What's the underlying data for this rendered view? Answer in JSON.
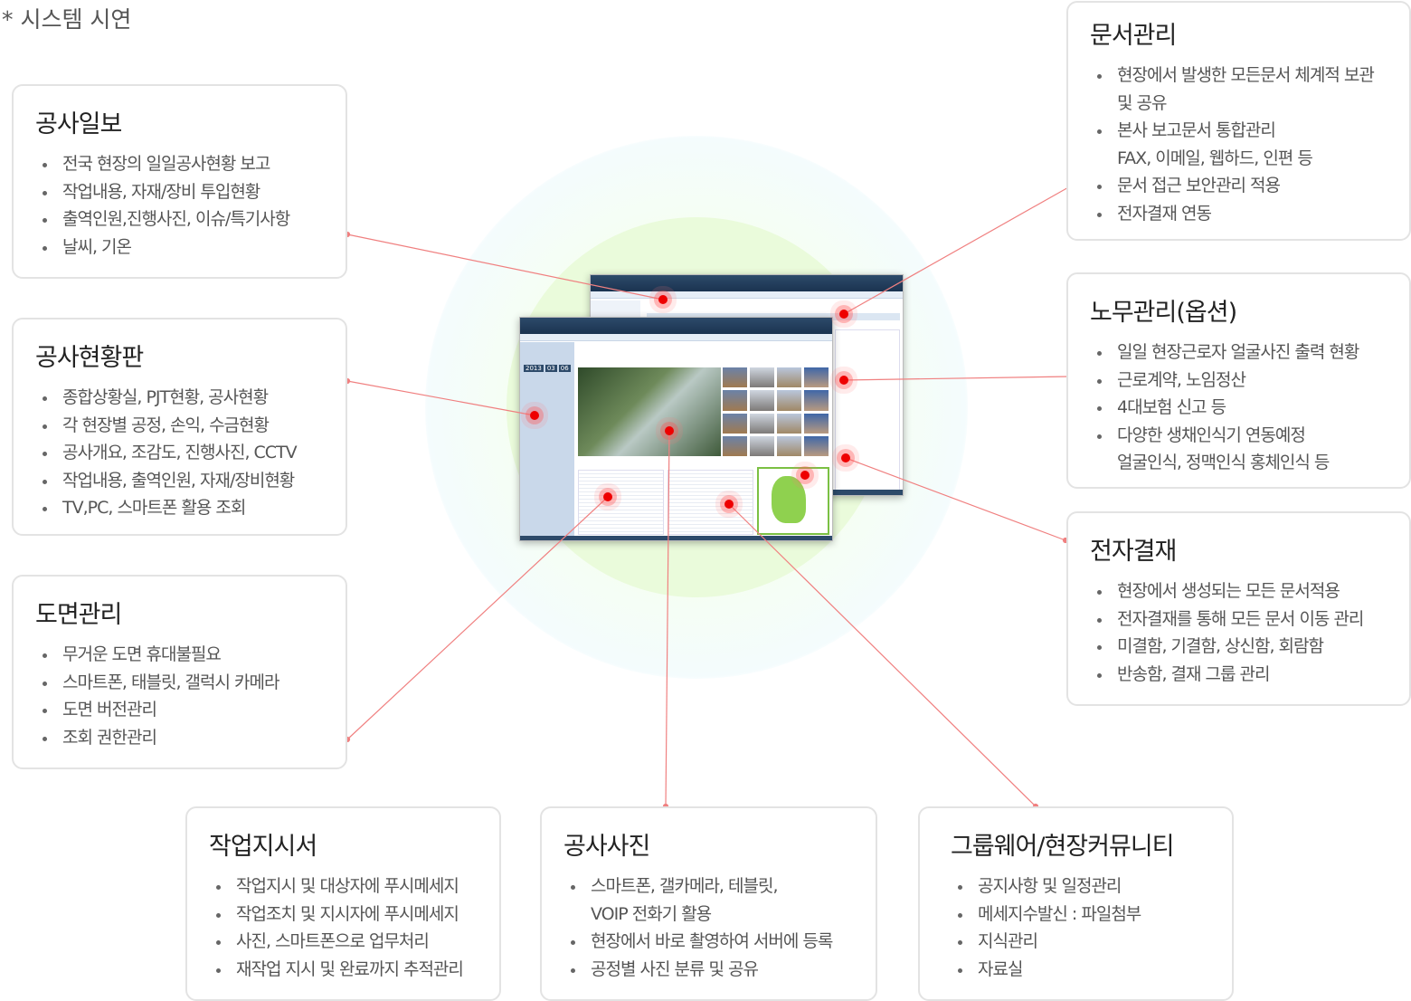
{
  "header": "* 시스템 시연",
  "boxes": {
    "daily": {
      "title": "공사일보",
      "items": [
        "전국 현장의 일일공사현황 보고",
        "작업내용, 자재/장비 투입현황",
        "출역인원,진행사진, 이슈/특기사항",
        "날씨, 기온"
      ]
    },
    "status": {
      "title": "공사현황판",
      "items": [
        "종합상황실, PJT현황, 공사현황",
        "각 현장별 공정, 손익, 수금현황",
        "공사개요, 조감도, 진행사진, CCTV",
        "작업내용, 출역인원, 자재/장비현황",
        "TV,PC, 스마트폰 활용 조회"
      ]
    },
    "drawing": {
      "title": "도면관리",
      "items": [
        "무거운 도면 휴대불필요",
        "스마트폰, 태블릿, 갤럭시 카메라",
        "도면 버전관리",
        "조회 권한관리"
      ]
    },
    "workorder": {
      "title": "작업지시서",
      "items": [
        "작업지시 및 대상자에 푸시메세지",
        "작업조치 및 지시자에 푸시메세지",
        "사진, 스마트폰으로 업무처리",
        "재작업 지시 및 완료까지 추적관리"
      ]
    },
    "photo": {
      "title": "공사사진",
      "items": [
        "스마트폰, 갤카메라, 테블릿,",
        "VOIP 전화기 활용",
        "현장에서 바로 촬영하여 서버에 등록",
        "공정별 사진 분류 및 공유"
      ]
    },
    "groupware": {
      "title": "그룹웨어/현장커뮤니티",
      "items": [
        "공지사항 및 일정관리",
        "메세지수발신 : 파일첨부",
        "지식관리",
        "자료실"
      ]
    },
    "docs": {
      "title": "문서관리",
      "items": [
        "현장에서 발생한 모든문서 체계적 보관",
        "및 공유",
        "본사 보고문서 통합관리",
        "FAX, 이메일, 웹하드, 인편 등",
        "문서 접근 보안관리 적용",
        "전자결재 연동"
      ]
    },
    "labor": {
      "title": "노무관리(옵션)",
      "items": [
        "일일 현장근로자 얼굴사진 출력 현황",
        "근로계약, 노임정산",
        "4대보험 신고 등",
        "다양한 생채인식기 연동예정",
        "얼굴인식, 정맥인식 홍체인식 등"
      ]
    },
    "approval": {
      "title": "전자결재",
      "items": [
        "현장에서 생성되는 모든 문서적용",
        "전자결재를 통해 모든 문서 이동 관리",
        "미결함, 기결함, 상신함, 회람함",
        "반송함, 결재 그룹 관리"
      ]
    }
  },
  "screen": {
    "date": [
      "2013",
      "03",
      "06"
    ]
  },
  "colors": {
    "line": "#f08080",
    "dot": "#e00000",
    "accent_bg": "#e9fbd6"
  }
}
